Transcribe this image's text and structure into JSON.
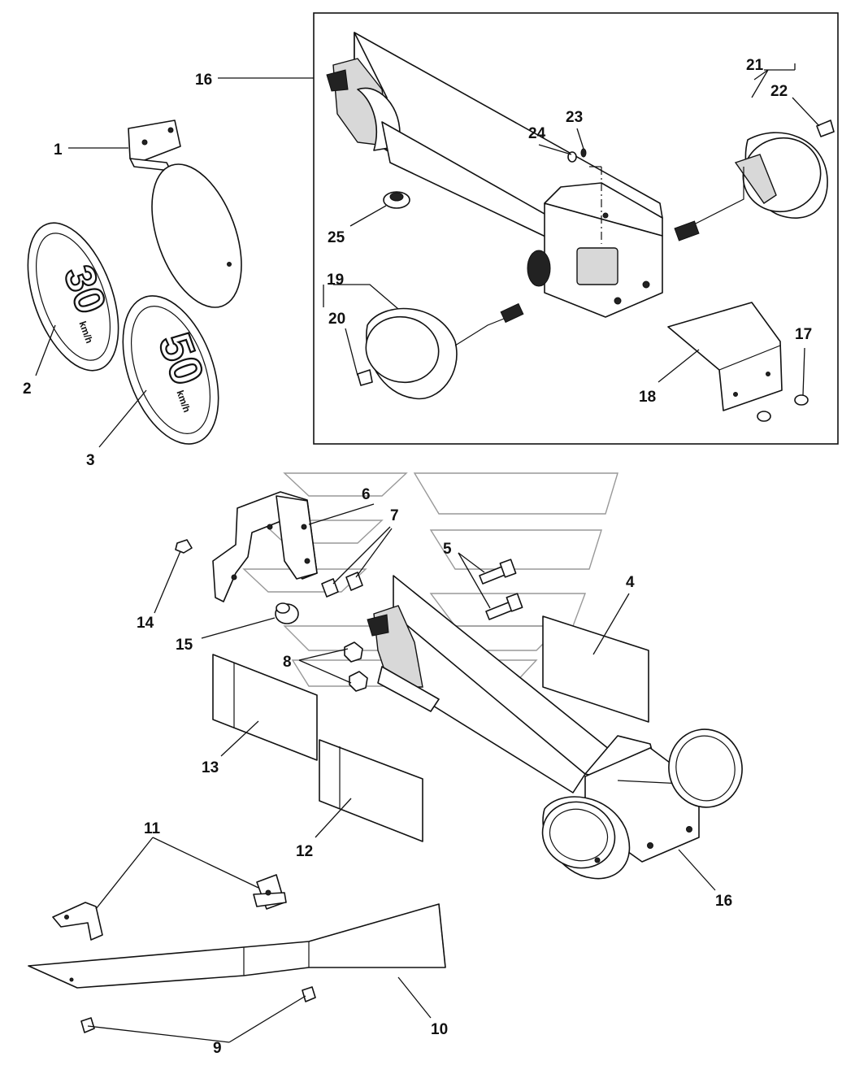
{
  "diagram": {
    "labels": {
      "p1": "1",
      "p2": "2",
      "p3": "3",
      "p4": "4",
      "p5": "5",
      "p6": "6",
      "p7": "7",
      "p8": "8",
      "p9": "9",
      "p10": "10",
      "p11": "11",
      "p12": "12",
      "p13": "13",
      "p14": "14",
      "p15": "15",
      "p16_top": "16",
      "p16_bottom": "16",
      "p17": "17",
      "p18": "18",
      "p19": "19",
      "p20": "20",
      "p21": "21",
      "p22": "22",
      "p23": "23",
      "p24": "24",
      "p25": "25"
    },
    "signs": {
      "sign_30_number": "30",
      "sign_50_number": "50",
      "sign_unit": "km/h"
    }
  }
}
